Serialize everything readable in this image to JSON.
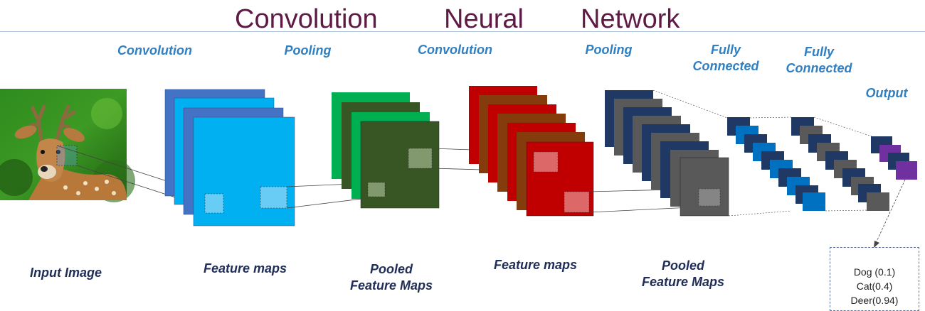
{
  "title": {
    "word1": "Convolution",
    "word2": "Neural",
    "word3": "Network"
  },
  "steps": {
    "conv1": "Convolution",
    "pool1": "Pooling",
    "conv2": "Convolution",
    "pool2": "Pooling",
    "fc1_line1": "Fully",
    "fc1_line2": "Connected",
    "fc2_line1": "Fully",
    "fc2_line2": "Connected",
    "output": "Output"
  },
  "captions": {
    "input_image": "Input Image",
    "feature_maps_1": "Feature maps",
    "pooled_1_line1": "Pooled",
    "pooled_1_line2": "Feature Maps",
    "feature_maps_2": "Feature maps",
    "pooled_2_line1": "Pooled",
    "pooled_2_line2": "Feature Maps"
  },
  "outputs": [
    "Dog (0.1)",
    "Cat(0.4)",
    "Deer(0.94)"
  ],
  "colors": {
    "title": "#5e1a44",
    "step_label": "#2f7fc2",
    "caption": "#1f2d57",
    "feature_map_blue": "#00b0f0",
    "feature_map_dark_blue": "#4472c4",
    "pooled_green": "#00b050",
    "pooled_dark_green": "#375623",
    "feature_map_red": "#c00000",
    "feature_map_brown": "#843c0c",
    "pooled_navy": "#1f3864",
    "pooled_gray": "#595959",
    "fc_blue": "#0070c0",
    "output_purple": "#7030a0"
  },
  "icons": {
    "input_image": "deer-photo"
  }
}
